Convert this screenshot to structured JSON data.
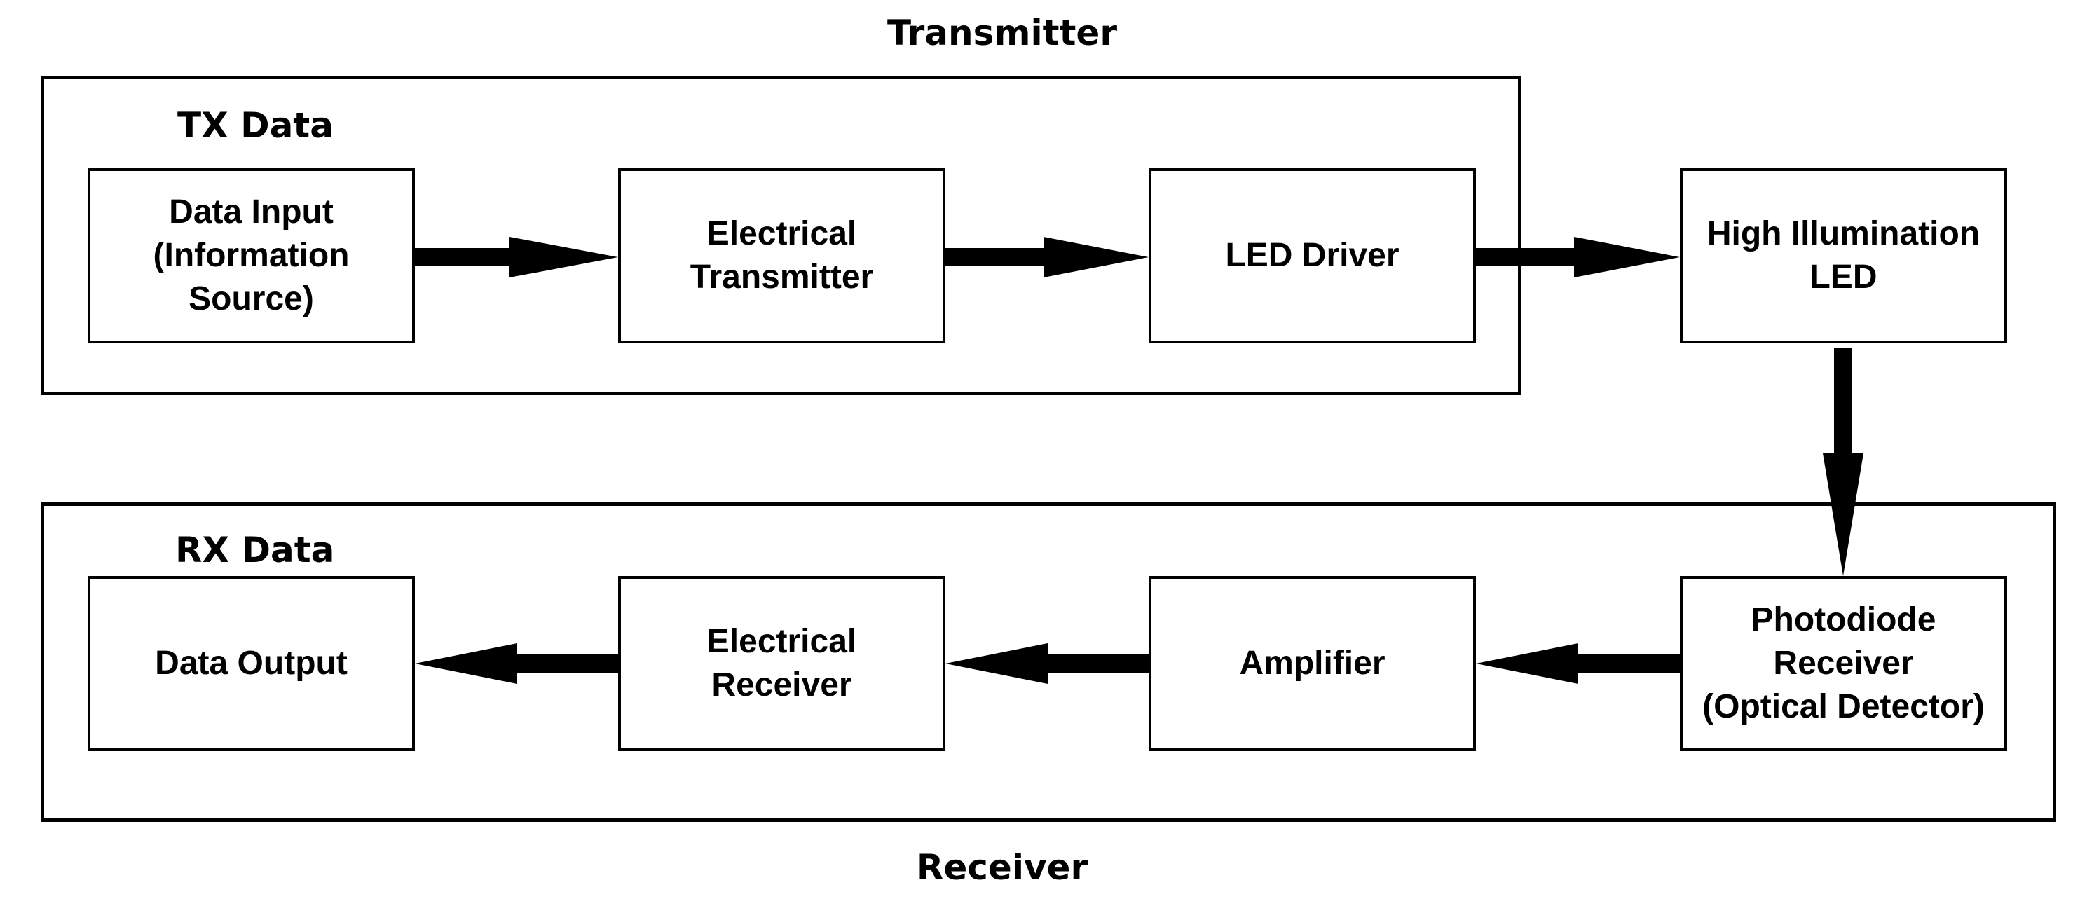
{
  "groups": {
    "transmitter": {
      "title": "Transmitter",
      "sublabel": "TX Data"
    },
    "receiver": {
      "title": "Receiver",
      "sublabel": "RX Data"
    }
  },
  "blocks": {
    "data_input": "Data Input\n(Information\nSource)",
    "electrical_transmitter": "Electrical\nTransmitter",
    "led_driver": "LED Driver",
    "high_illumination_led": "High Illumination\nLED",
    "photodiode_receiver": "Photodiode\nReceiver\n(Optical Detector)",
    "amplifier": "Amplifier",
    "electrical_receiver": "Electrical\nReceiver",
    "data_output": "Data Output"
  },
  "connections": [
    {
      "from": "data_input",
      "to": "electrical_transmitter"
    },
    {
      "from": "electrical_transmitter",
      "to": "led_driver"
    },
    {
      "from": "led_driver",
      "to": "high_illumination_led"
    },
    {
      "from": "high_illumination_led",
      "to": "photodiode_receiver"
    },
    {
      "from": "photodiode_receiver",
      "to": "amplifier"
    },
    {
      "from": "amplifier",
      "to": "electrical_receiver"
    },
    {
      "from": "electrical_receiver",
      "to": "data_output"
    }
  ],
  "colors": {
    "stroke": "#000000",
    "background": "#ffffff"
  }
}
